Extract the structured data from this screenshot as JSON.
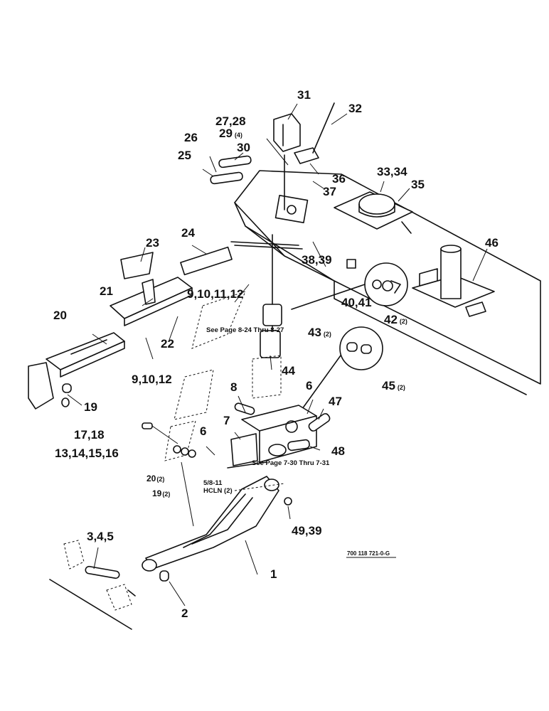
{
  "labels": [
    {
      "id": "1",
      "text": "1"
    },
    {
      "id": "2",
      "text": "2"
    },
    {
      "id": "3",
      "text": "3,4,5"
    },
    {
      "id": "6a",
      "text": "6"
    },
    {
      "id": "6b",
      "text": "6"
    },
    {
      "id": "7",
      "text": "7"
    },
    {
      "id": "8",
      "text": "8"
    },
    {
      "id": "9a",
      "text": "9,10,11,12"
    },
    {
      "id": "9b",
      "text": "9,10,12"
    },
    {
      "id": "13",
      "text": "13,14,15,16"
    },
    {
      "id": "17",
      "text": "17,18"
    },
    {
      "id": "19a",
      "text": "19"
    },
    {
      "id": "19b",
      "text": "19"
    },
    {
      "id": "20a",
      "text": "20"
    },
    {
      "id": "20b",
      "text": "20"
    },
    {
      "id": "21",
      "text": "21"
    },
    {
      "id": "22",
      "text": "22"
    },
    {
      "id": "23",
      "text": "23"
    },
    {
      "id": "24",
      "text": "24"
    },
    {
      "id": "25",
      "text": "25"
    },
    {
      "id": "26",
      "text": "26"
    },
    {
      "id": "27",
      "text": "27,28"
    },
    {
      "id": "29",
      "text": "29"
    },
    {
      "id": "30",
      "text": "30"
    },
    {
      "id": "31",
      "text": "31"
    },
    {
      "id": "32",
      "text": "32"
    },
    {
      "id": "33",
      "text": "33,34"
    },
    {
      "id": "35",
      "text": "35"
    },
    {
      "id": "36",
      "text": "36"
    },
    {
      "id": "37",
      "text": "37"
    },
    {
      "id": "38",
      "text": "38,39"
    },
    {
      "id": "40",
      "text": "40,41"
    },
    {
      "id": "42",
      "text": "42"
    },
    {
      "id": "43",
      "text": "43"
    },
    {
      "id": "44",
      "text": "44"
    },
    {
      "id": "45",
      "text": "45"
    },
    {
      "id": "46",
      "text": "46"
    },
    {
      "id": "47",
      "text": "47"
    },
    {
      "id": "48",
      "text": "48"
    },
    {
      "id": "49",
      "text": "49,39"
    }
  ],
  "qty": {
    "q29": "(4)",
    "q42": "(2)",
    "q43": "(2)",
    "q45": "(2)",
    "q20": "(2)",
    "q19": "(2)"
  },
  "notes": {
    "see_page_a": "See Page 8-24 Thru 8-27",
    "see_page_b": "See Page 7-30 Thru 7-31",
    "bolt_spec": "5/8-11",
    "nut_spec": "HCLN (2)",
    "drawing_ref": "700 118 721-0-G"
  }
}
